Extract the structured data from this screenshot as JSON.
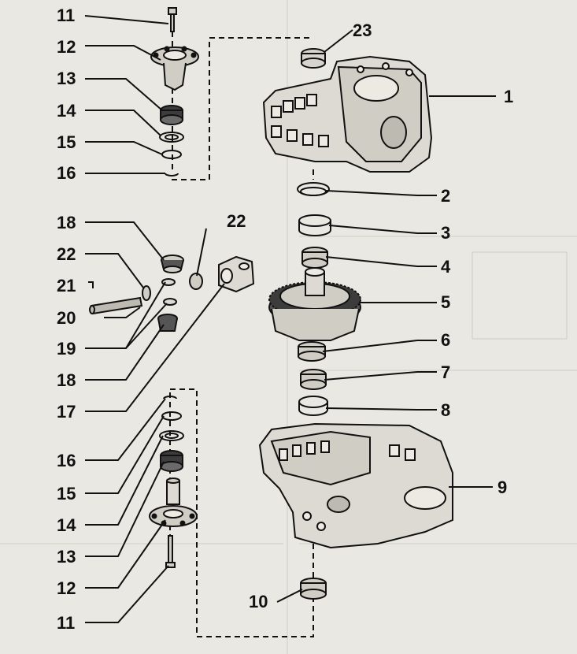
{
  "callouts": {
    "n1": "1",
    "n2": "2",
    "n3": "3",
    "n4": "4",
    "n5": "5",
    "n6": "6",
    "n7": "7",
    "n8": "8",
    "n9": "9",
    "n10": "10",
    "top_11": "11",
    "top_12": "12",
    "top_13": "13",
    "top_14": "14",
    "top_15": "15",
    "top_16": "16",
    "mid_18a": "18",
    "mid_22a": "22",
    "mid_22b": "22",
    "mid_21": "21",
    "mid_20": "20",
    "mid_19": "19",
    "mid_18b": "18",
    "mid_17": "17",
    "bot_16": "16",
    "bot_15": "15",
    "bot_14": "14",
    "bot_13": "13",
    "bot_12": "12",
    "bot_11": "11",
    "n23": "23"
  }
}
